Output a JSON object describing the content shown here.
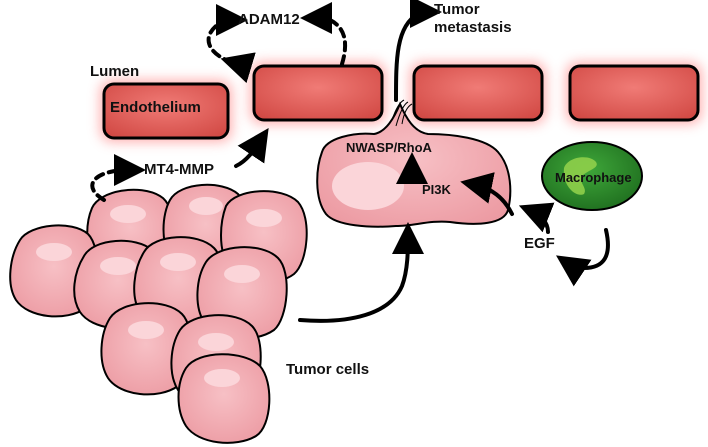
{
  "labels": {
    "lumen": "Lumen",
    "endothelium": "Endothelium",
    "adam12": "ADAM12",
    "mt4mmp": "MT4-MMP",
    "tumor_metastasis_line1": "Tumor",
    "tumor_metastasis_line2": "metastasis",
    "nwasp_rhoa": "NWASP/RhoA",
    "pi3k": "PI3K",
    "macrophage": "Macrophage",
    "egf": "EGF",
    "tumor_cells": "Tumor cells"
  },
  "colors": {
    "endothelium_fill": "#d9534f",
    "endothelium_glow": "#ff9a9a",
    "tumor_cell_fill": "#f2a6ad",
    "tumor_cell_nucleus": "#fbd2d6",
    "invading_cell_fill": "#f19aa2",
    "macrophage_fill": "#2f8f2f",
    "macrophage_inner": "#8fcf4a",
    "stroke": "#000000"
  }
}
